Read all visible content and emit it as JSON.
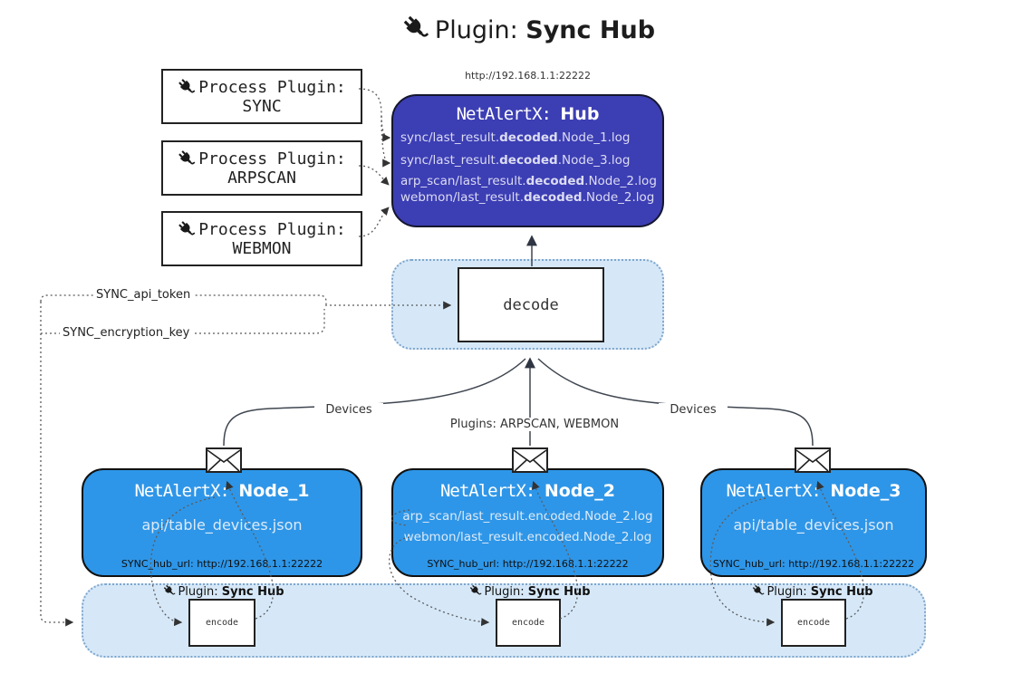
{
  "colors": {
    "hub_bg": "#3c3eb4",
    "node_bg": "#2e96e8",
    "panel_bg": "#d6e8f8",
    "panel_border": "#7fa6cc"
  },
  "title": {
    "prefix": "Plugin: ",
    "bold": "Sync Hub"
  },
  "process_plugins": [
    {
      "label": "Process Plugin:",
      "name": "SYNC"
    },
    {
      "label": "Process Plugin:",
      "name": "ARPSCAN"
    },
    {
      "label": "Process Plugin:",
      "name": "WEBMON"
    }
  ],
  "hub": {
    "url": "http://192.168.1.1:22222",
    "title_prefix": "NetAlertX: ",
    "title_bold": "Hub",
    "logs": [
      {
        "pre": "sync/last_result.",
        "bold": "decoded",
        "post": ".Node_1.log"
      },
      {
        "pre": "sync/last_result.",
        "bold": "decoded",
        "post": ".Node_3.log"
      },
      {
        "pre": "arp_scan/last_result.",
        "bold": "decoded",
        "post": ".Node_2.log"
      },
      {
        "pre": "webmon/last_result.",
        "bold": "decoded",
        "post": ".Node_2.log"
      }
    ]
  },
  "decode": {
    "label": "decode"
  },
  "secrets": {
    "api_token": "SYNC_api_token",
    "encryption_key": "SYNC_encryption_key"
  },
  "edge_labels": {
    "devices_left": "Devices",
    "plugins_center": "Plugins: ARPSCAN, WEBMON",
    "devices_right": "Devices"
  },
  "nodes": [
    {
      "title_prefix": "NetAlertX: ",
      "title_bold": "Node_1",
      "lines": [
        "api/table_devices.json"
      ],
      "footer": "SYNC_hub_url: http://192.168.1.1:22222"
    },
    {
      "title_prefix": "NetAlertX: ",
      "title_bold": "Node_2",
      "lines": [
        "arp_scan/last_result.encoded.Node_2.log",
        "webmon/last_result.encoded.Node_2.log"
      ],
      "footer": "SYNC_hub_url: http://192.168.1.1:22222"
    },
    {
      "title_prefix": "NetAlertX: ",
      "title_bold": "Node_3",
      "lines": [
        "api/table_devices.json"
      ],
      "footer": "SYNC_hub_url: http://192.168.1.1:22222"
    }
  ],
  "encoders": [
    {
      "label_prefix": "Plugin: ",
      "label_bold": "Sync Hub",
      "box": "encode"
    },
    {
      "label_prefix": "Plugin: ",
      "label_bold": "Sync Hub",
      "box": "encode"
    },
    {
      "label_prefix": "Plugin: ",
      "label_bold": "Sync Hub",
      "box": "encode"
    }
  ]
}
